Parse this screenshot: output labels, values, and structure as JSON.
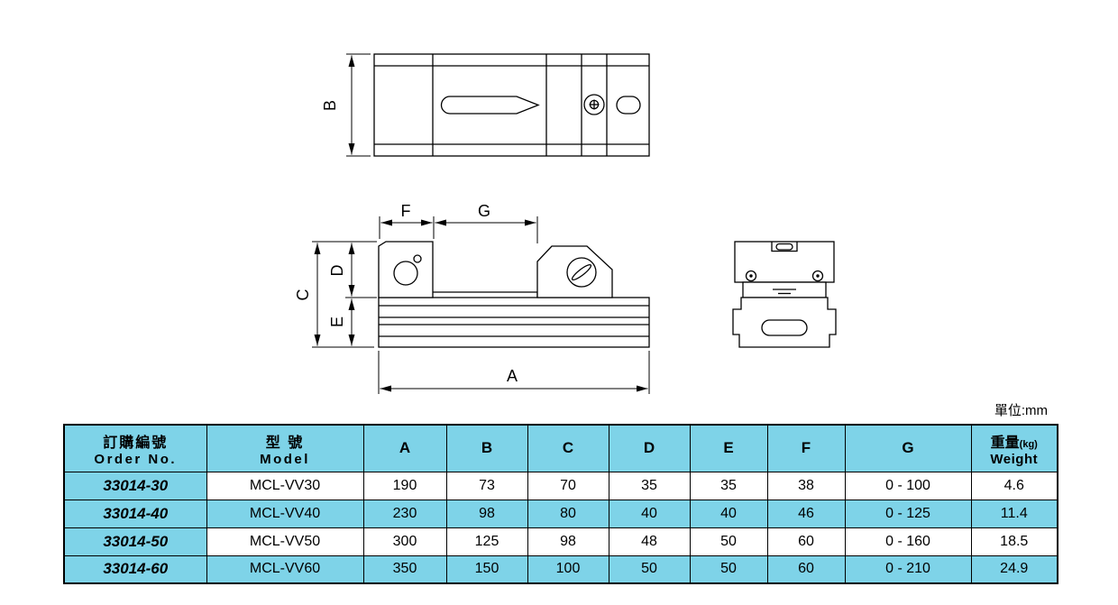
{
  "unit_note": "單位:mm",
  "dim_labels": {
    "a": "A",
    "b": "B",
    "c": "C",
    "d": "D",
    "e": "E",
    "f": "F",
    "g": "G"
  },
  "table": {
    "header": {
      "order_zh": "訂購編號",
      "order_en": "Order No.",
      "model_zh": "型 號",
      "model_en": "Model",
      "cols": [
        "A",
        "B",
        "C",
        "D",
        "E",
        "F",
        "G"
      ],
      "weight_zh": "重量",
      "weight_kg": "(kg)",
      "weight_en": "Weight"
    },
    "rows": [
      {
        "order": "33014-30",
        "model": "MCL-VV30",
        "vals": [
          "190",
          "73",
          "70",
          "35",
          "35",
          "38",
          "0 - 100",
          "4.6"
        ]
      },
      {
        "order": "33014-40",
        "model": "MCL-VV40",
        "vals": [
          "230",
          "98",
          "80",
          "40",
          "40",
          "46",
          "0 - 125",
          "11.4"
        ]
      },
      {
        "order": "33014-50",
        "model": "MCL-VV50",
        "vals": [
          "300",
          "125",
          "98",
          "48",
          "50",
          "60",
          "0 - 160",
          "18.5"
        ]
      },
      {
        "order": "33014-60",
        "model": "MCL-VV60",
        "vals": [
          "350",
          "150",
          "100",
          "50",
          "50",
          "60",
          "0 - 210",
          "24.9"
        ]
      }
    ]
  },
  "colors": {
    "table_accent": "#7ed3e8",
    "line": "#000000",
    "background": "#ffffff"
  }
}
